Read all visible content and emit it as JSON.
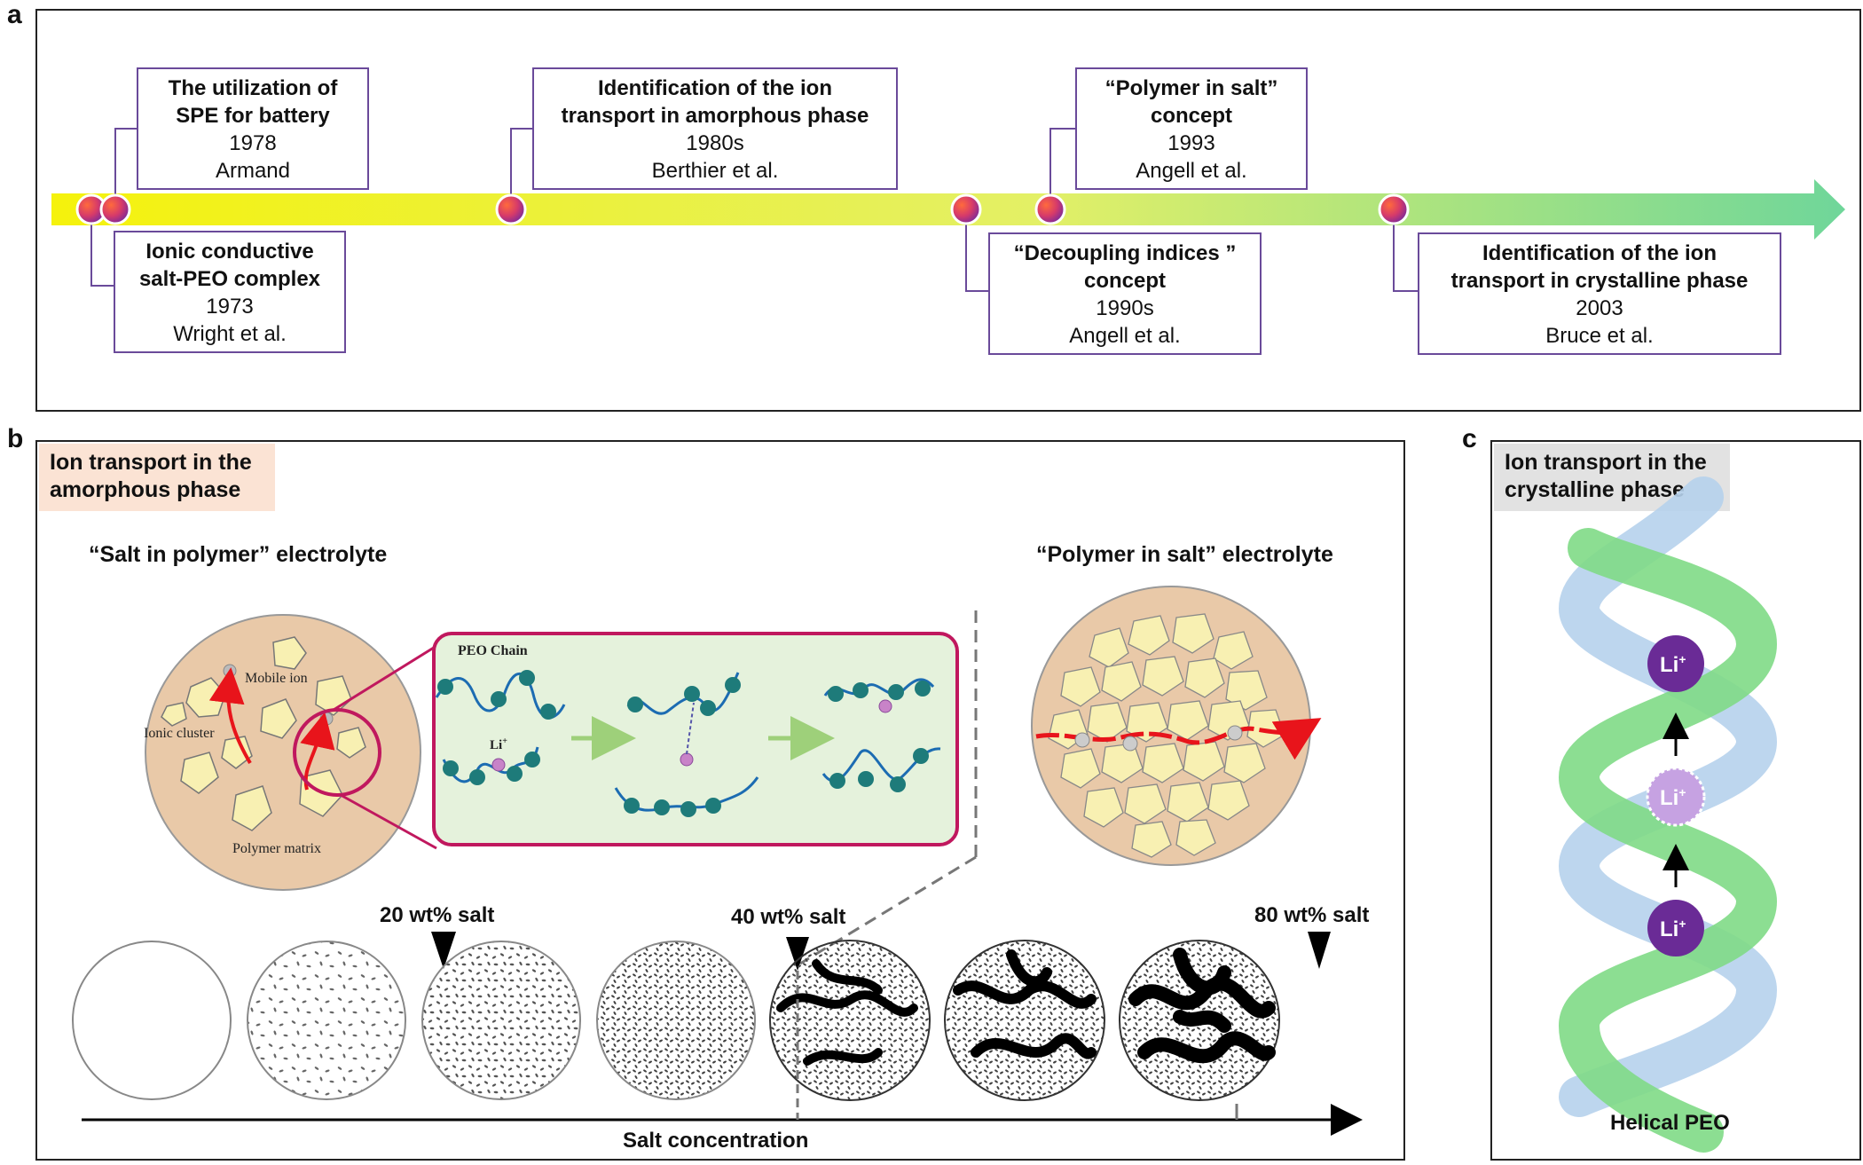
{
  "panels": {
    "a": "a",
    "b": "b",
    "c": "c"
  },
  "timeline": [
    {
      "title": [
        "The utilization of",
        "SPE for battery"
      ],
      "year": "1978",
      "author": "Armand"
    },
    {
      "title": [
        "Ionic conductive",
        "salt-PEO complex"
      ],
      "year": "1973",
      "author": "Wright et al."
    },
    {
      "title": [
        "Identification of the ion",
        "transport in amorphous phase"
      ],
      "year": "1980s",
      "author": "Berthier et al."
    },
    {
      "title": [
        "“Decoupling indices ”",
        "concept"
      ],
      "year": "1990s",
      "author": "Angell et al."
    },
    {
      "title": [
        "“Polymer in salt”",
        "concept"
      ],
      "year": "1993",
      "author": "Angell et al."
    },
    {
      "title": [
        "Identification of the ion",
        "transport in crystalline phase"
      ],
      "year": "2003",
      "author": "Bruce et al."
    }
  ],
  "panel_b": {
    "header": [
      "Ion transport in the",
      "amorphous phase"
    ],
    "salt_in_polymer": "“Salt in polymer” electrolyte",
    "polymer_in_salt": "“Polymer in salt” electrolyte",
    "labels": {
      "mobile_ion": "Mobile ion",
      "ionic_cluster": "Ionic cluster",
      "polymer_matrix": "Polymer matrix",
      "peo_chain": "PEO Chain",
      "li": "Li",
      "li_sup": "+"
    },
    "salt_marks": [
      "20 wt% salt",
      "40 wt% salt",
      "80 wt% salt"
    ],
    "axis_label": "Salt concentration"
  },
  "panel_c": {
    "header": [
      "Ion transport in the",
      "crystalline phase"
    ],
    "ion_label": "Li",
    "ion_sup": "+",
    "caption": "Helical PEO"
  },
  "colors": {
    "box_border": "#6a4a9a",
    "header_b_bg": "#fbe3d4",
    "header_c_bg": "#e2e2e2",
    "magenta": "#c0185e",
    "li_dark": "#6a2b96",
    "li_light": "#c6a2e2"
  }
}
